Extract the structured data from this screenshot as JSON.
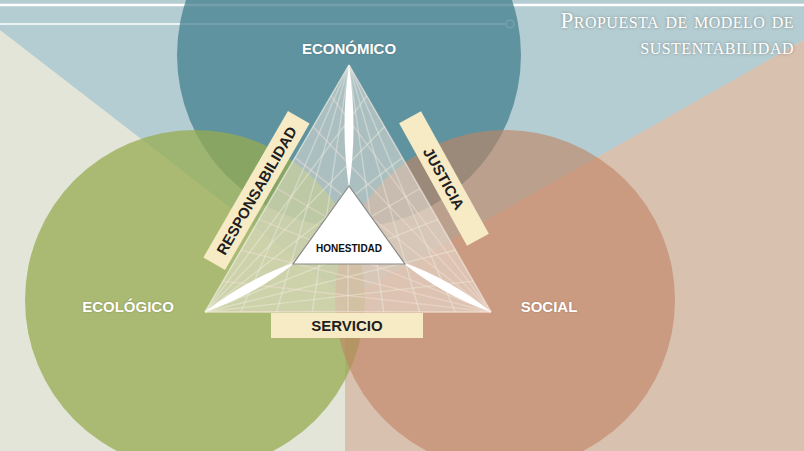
{
  "diagram": {
    "title": "Propuesta de modelo de sustentabilidad",
    "nodes": [
      {
        "text": [
          "ECONÓMICO"
        ]
      },
      {
        "text": [
          "ECOLÓGICO"
        ]
      },
      {
        "text": [
          "SOCIAL"
        ]
      },
      {
        "text": [
          "RESPONSABILIDAD"
        ]
      },
      {
        "text": [
          "JUSTICIA"
        ]
      },
      {
        "text": [
          "HONESTIDAD"
        ]
      },
      {
        "text": [
          "SERVICIO"
        ]
      }
    ]
  }
}
